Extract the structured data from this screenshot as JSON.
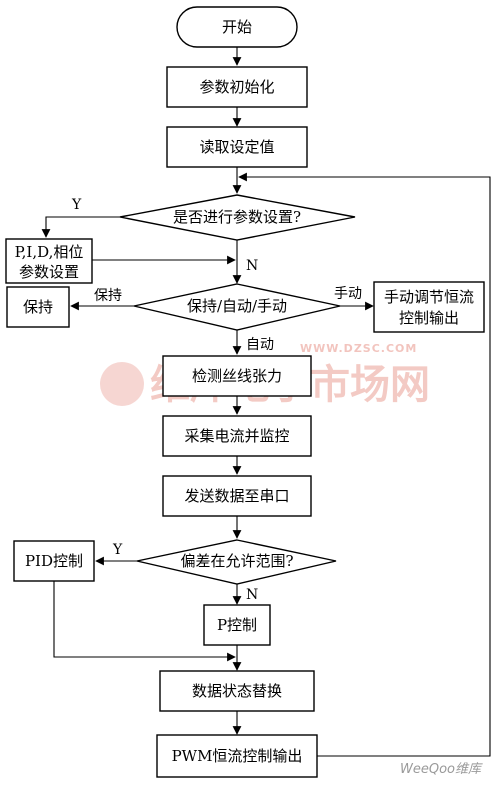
{
  "nodes": {
    "start": "开始",
    "init": "参数初始化",
    "read": "读取设定值",
    "q_setup": "是否进行参数设置?",
    "pid_setup_l1": "P,I,D,相位",
    "pid_setup_l2": "参数设置",
    "hold_box": "保持",
    "q_mode": "保持/自动/手动",
    "manual_l1": "手动调节恒流",
    "manual_l2": "控制输出",
    "detect": "检测丝线张力",
    "collect": "采集电流并监控",
    "send": "发送数据至串口",
    "q_dev": "偏差在允许范围?",
    "pid_ctrl": "PID控制",
    "p_ctrl": "P控制",
    "switch": "数据状态替换",
    "pwm": "PWM恒流控制输出"
  },
  "labels": {
    "y1": "Y",
    "n1": "N",
    "hold": "保持",
    "manual": "手动",
    "auto": "自动",
    "y2": "Y",
    "n2": "N"
  },
  "watermark": {
    "main": "维库电子市场网",
    "url": "WWW.DZSC.COM",
    "corner": "WeeQoo维库"
  }
}
